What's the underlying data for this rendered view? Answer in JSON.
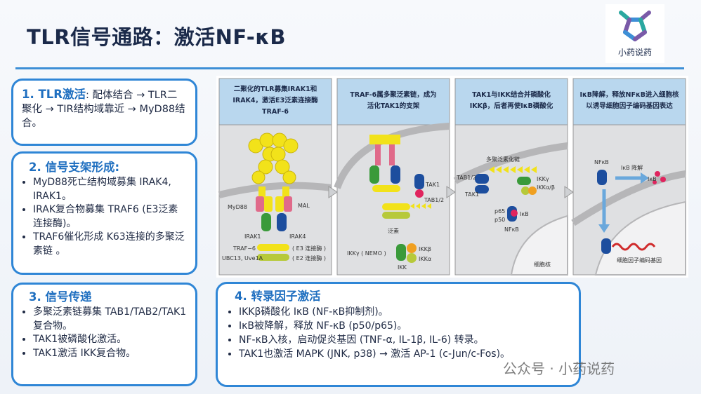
{
  "title": "TLR信号通路：激活NF-κB",
  "logo_text": "小药说药",
  "watermark": "公众号 · 小药说药",
  "card1": {
    "title": "1. TLR激活",
    "body": ": 配体结合 → TLR二聚化 → TIR结构域靠近 → MyD88结合。"
  },
  "card2": {
    "title": "2. 信号支架形成:",
    "items": [
      "MyD88死亡结构域募集 IRAK4, IRAK1。",
      "IRAK复合物募集 TRAF6 (E3泛素连接酶)。",
      "TRAF6催化形成 K63连接的多聚泛素链 。"
    ]
  },
  "card3": {
    "title": "3. 信号传递",
    "items": [
      "多聚泛素链募集 TAB1/TAB2/TAK1 复合物。",
      "TAK1被磷酸化激活。",
      "TAK1激活 IKK复合物。"
    ]
  },
  "card4": {
    "title": "4. 转录因子激活",
    "items": [
      "IKKβ磷酸化 IκB (NF-κB抑制剂)。",
      "IκB被降解，释放 NF-κB (p50/p65)。",
      "NF-κB入核，启动促炎基因 (TNF-α, IL-1β, IL-6) 转录。",
      "TAK1也激活 MAPK (JNK, p38) → 激活 AP-1 (c-Jun/c-Fos)。"
    ]
  },
  "figure": {
    "panels": [
      {
        "title_l1": "二聚化的TLR募集IRAK1和",
        "title_l2": "IRAK4，激活E3泛素连接酶",
        "title_l3": "TRAF-6"
      },
      {
        "title_l1": "TRAF-6属多聚泛素链，成为",
        "title_l2": "活化TAK1的支架",
        "title_l3": ""
      },
      {
        "title_l1": "TAK1与IKK结合并磷酸化",
        "title_l2": "IKKβ，后者再使IκB磷酸化",
        "title_l3": ""
      },
      {
        "title_l1": "IκB降解，释放NFκB进入细胞核",
        "title_l2": "以诱导细胞因子编码基因表达",
        "title_l3": ""
      }
    ],
    "labels": {
      "myd88": "MyD88",
      "mal": "MAL",
      "irak1": "IRAK1",
      "irak4": "IRAK4",
      "traf6": "TRAF−6",
      "e3": "( E3 连接酶 )",
      "ubc13": "UBC13, Uve1A",
      "e2": "( E2 连接酶 )",
      "tak1": "TAK1",
      "tab12": "TAB1/2",
      "ubiquitin": "泛素",
      "ikkg": "IKKγ ( NEMO )",
      "ikkb": "IKKβ",
      "ikka": "IKKα",
      "ikk": "IKK",
      "polyub": "多聚泛素化链",
      "tab12_3": "TAB1/2",
      "tak1_3": "TAK1",
      "ikkg3": "IKKγ",
      "ikkab3": "IKKα/β",
      "p65": "p65",
      "p50": "p50",
      "ikb3": "IκB",
      "nfkb3": "NFκB",
      "nucleus": "细胞核",
      "nfkb4": "NFκB",
      "ikbdeg": "IκB 降解",
      "ikb4": "IκB",
      "gene": "细胞因子编码基因"
    }
  }
}
